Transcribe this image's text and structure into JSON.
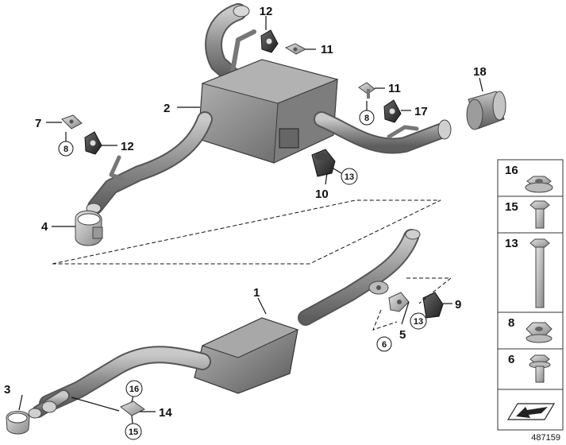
{
  "diagram": {
    "reference_number": "487159",
    "callouts": {
      "c1": "1",
      "c2": "2",
      "c3": "3",
      "c4": "4",
      "c5": "5",
      "c6": "6",
      "c7": "7",
      "c8a": "8",
      "c8b": "8",
      "c9": "9",
      "c10": "10",
      "c11a": "11",
      "c11b": "11",
      "c12a": "12",
      "c12b": "12",
      "c13a": "13",
      "c13b": "13",
      "c14": "14",
      "c15": "15",
      "c16": "16",
      "c17": "17",
      "c18": "18"
    },
    "parts_panel": {
      "items": [
        {
          "number": "16",
          "icon": "flange-nut-icon"
        },
        {
          "number": "15",
          "icon": "hex-bolt-short-icon"
        },
        {
          "number": "13",
          "icon": "hex-bolt-long-icon"
        },
        {
          "number": "8",
          "icon": "hex-nut-icon"
        },
        {
          "number": "6",
          "icon": "flange-bolt-icon"
        }
      ],
      "bottom_icon": "direction-arrow-icon"
    }
  }
}
